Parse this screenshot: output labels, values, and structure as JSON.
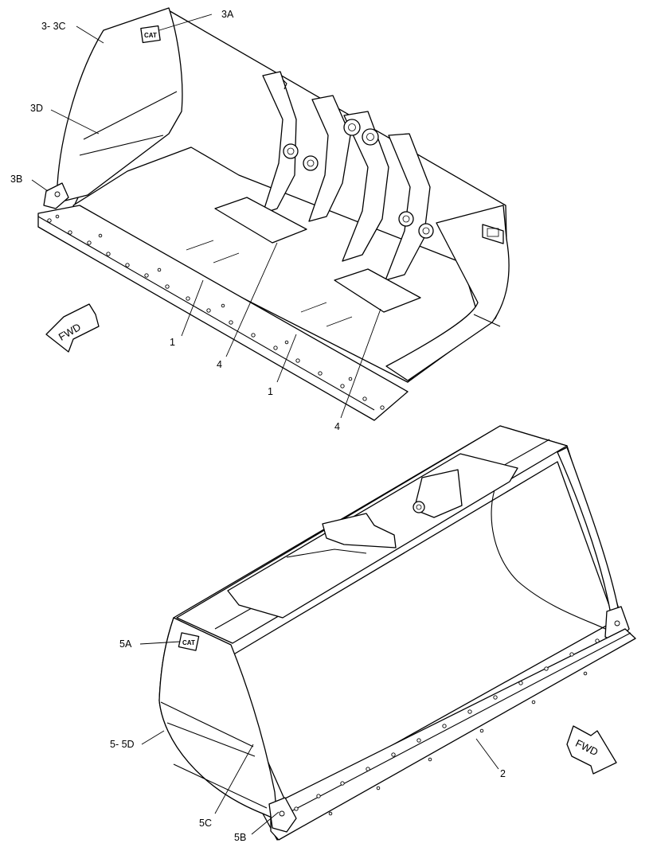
{
  "diagram": {
    "callouts": {
      "top_3_3c": "3- 3C",
      "top_3a": "3A",
      "top_3d": "3D",
      "top_3b": "3B",
      "top_1_left": "1",
      "top_4_left": "4",
      "top_1_right": "1",
      "top_4_right": "4",
      "bottom_5a": "5A",
      "bottom_5_5d": "5- 5D",
      "bottom_5c": "5C",
      "bottom_5b": "5B",
      "bottom_2": "2"
    },
    "direction_arrows": {
      "top_label": "FWD",
      "bottom_label": "FWD"
    },
    "logos": {
      "text": "CAT"
    },
    "icons": [
      "fwd-arrow-icon",
      "cat-logo-icon"
    ]
  }
}
